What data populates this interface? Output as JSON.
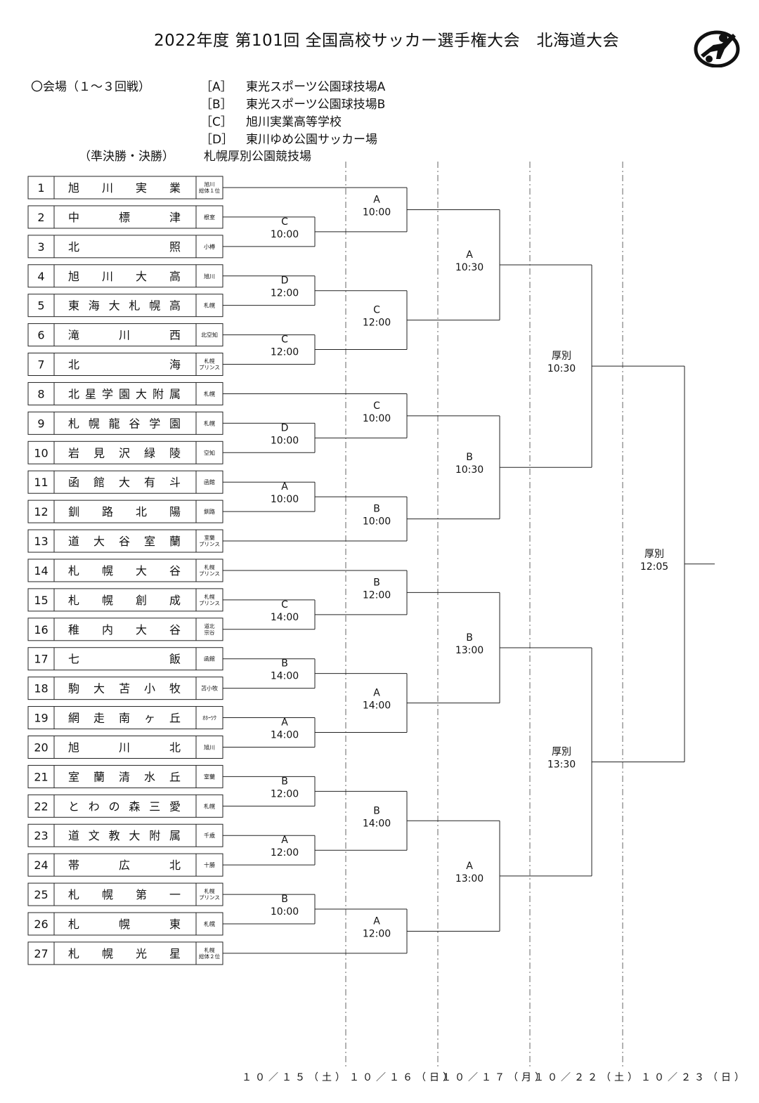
{
  "title": "2022年度 第101回 全国高校サッカー選手権大会　北海道大会",
  "venues": {
    "rounds_label": "〇会場（１～３回戦）",
    "final_label": "（準決勝・決勝）",
    "list": [
      {
        "code": "［A］",
        "name": "東光スポーツ公園球技場A"
      },
      {
        "code": "［B］",
        "name": "東光スポーツ公園球技場B"
      },
      {
        "code": "［C］",
        "name": "旭川実業高等学校"
      },
      {
        "code": "［D］",
        "name": "東川ゆめ公園サッカー場"
      }
    ],
    "final_venue": "札幌厚別公園競技場"
  },
  "teams": [
    {
      "no": "1",
      "name": "旭川実業",
      "region": [
        "旭川",
        "総体１位"
      ]
    },
    {
      "no": "2",
      "name": "中標津",
      "region": [
        "根室"
      ]
    },
    {
      "no": "3",
      "name": "北照",
      "region": [
        "小樽"
      ]
    },
    {
      "no": "4",
      "name": "旭川大高",
      "region": [
        "旭川"
      ]
    },
    {
      "no": "5",
      "name": "東海大札幌高",
      "region": [
        "札幌"
      ]
    },
    {
      "no": "6",
      "name": "滝川西",
      "region": [
        "北空知"
      ]
    },
    {
      "no": "7",
      "name": "北海",
      "region": [
        "札幌",
        "プリンス"
      ]
    },
    {
      "no": "8",
      "name": "北星学園大附属",
      "region": [
        "札幌"
      ]
    },
    {
      "no": "9",
      "name": "札幌龍谷学園",
      "region": [
        "札幌"
      ]
    },
    {
      "no": "10",
      "name": "岩見沢緑陵",
      "region": [
        "空知"
      ]
    },
    {
      "no": "11",
      "name": "函館大有斗",
      "region": [
        "函館"
      ]
    },
    {
      "no": "12",
      "name": "釧路北陽",
      "region": [
        "釧路"
      ]
    },
    {
      "no": "13",
      "name": "道大谷室蘭",
      "region": [
        "室蘭",
        "プリンス"
      ]
    },
    {
      "no": "14",
      "name": "札幌大谷",
      "region": [
        "札幌",
        "プリンス"
      ]
    },
    {
      "no": "15",
      "name": "札幌創成",
      "region": [
        "札幌",
        "プリンス"
      ]
    },
    {
      "no": "16",
      "name": "稚内大谷",
      "region": [
        "道北",
        "宗谷"
      ]
    },
    {
      "no": "17",
      "name": "七飯",
      "region": [
        "函館"
      ]
    },
    {
      "no": "18",
      "name": "駒大苫小牧",
      "region": [
        "苫小牧"
      ]
    },
    {
      "no": "19",
      "name": "網走南ヶ丘",
      "region": [
        "ｵﾎｰﾂｸ"
      ]
    },
    {
      "no": "20",
      "name": "旭川北",
      "region": [
        "旭川"
      ]
    },
    {
      "no": "21",
      "name": "室蘭清水丘",
      "region": [
        "室蘭"
      ]
    },
    {
      "no": "22",
      "name": "とわの森三愛",
      "region": [
        "札幌"
      ]
    },
    {
      "no": "23",
      "name": "道文教大附属",
      "region": [
        "千歳"
      ]
    },
    {
      "no": "24",
      "name": "帯広北",
      "region": [
        "十勝"
      ]
    },
    {
      "no": "25",
      "name": "札幌第一",
      "region": [
        "札幌",
        "プリンス"
      ]
    },
    {
      "no": "26",
      "name": "札幌東",
      "region": [
        "札幌"
      ]
    },
    {
      "no": "27",
      "name": "札幌光星",
      "region": [
        "札幌",
        "総体２位"
      ]
    }
  ],
  "matches": [
    {
      "venue": "C",
      "time": "10:00",
      "a": [
        2
      ],
      "b": [
        3
      ]
    },
    {
      "venue": "D",
      "time": "12:00",
      "a": [
        4
      ],
      "b": [
        5
      ]
    },
    {
      "venue": "C",
      "time": "12:00",
      "a": [
        6
      ],
      "b": [
        7
      ]
    },
    {
      "venue": "D",
      "time": "10:00",
      "a": [
        9
      ],
      "b": [
        10
      ]
    },
    {
      "venue": "A",
      "time": "10:00",
      "a": [
        11
      ],
      "b": [
        12
      ]
    },
    {
      "venue": "C",
      "time": "14:00",
      "a": [
        15
      ],
      "b": [
        16
      ]
    },
    {
      "venue": "B",
      "time": "14:00",
      "a": [
        17
      ],
      "b": [
        18
      ]
    },
    {
      "venue": "A",
      "time": "14:00",
      "a": [
        19
      ],
      "b": [
        20
      ]
    },
    {
      "venue": "B",
      "time": "12:00",
      "a": [
        21
      ],
      "b": [
        22
      ]
    },
    {
      "venue": "A",
      "time": "12:00",
      "a": [
        23
      ],
      "b": [
        24
      ]
    },
    {
      "venue": "B",
      "time": "10:00",
      "a": [
        25
      ],
      "b": [
        26
      ]
    },
    {
      "venue": "A",
      "time": "10:00",
      "a": [
        1
      ],
      "b": [
        2,
        3
      ]
    },
    {
      "venue": "C",
      "time": "12:00",
      "a": [
        4,
        5
      ],
      "b": [
        6,
        7
      ]
    },
    {
      "venue": "C",
      "time": "10:00",
      "a": [
        8
      ],
      "b": [
        9,
        10
      ]
    },
    {
      "venue": "B",
      "time": "10:00",
      "a": [
        11,
        12
      ],
      "b": [
        13
      ]
    },
    {
      "venue": "B",
      "time": "12:00",
      "a": [
        14
      ],
      "b": [
        15,
        16
      ]
    },
    {
      "venue": "A",
      "time": "14:00",
      "a": [
        17,
        18
      ],
      "b": [
        19,
        20
      ]
    },
    {
      "venue": "B",
      "time": "14:00",
      "a": [
        21,
        22
      ],
      "b": [
        23,
        24
      ]
    },
    {
      "venue": "A",
      "time": "12:00",
      "a": [
        25,
        26
      ],
      "b": [
        27
      ]
    },
    {
      "venue": "A",
      "time": "10:30",
      "a": [
        1,
        2,
        3
      ],
      "b": [
        4,
        5,
        6,
        7
      ]
    },
    {
      "venue": "B",
      "time": "10:30",
      "a": [
        8,
        9,
        10
      ],
      "b": [
        11,
        12,
        13
      ]
    },
    {
      "venue": "B",
      "time": "13:00",
      "a": [
        14,
        15,
        16
      ],
      "b": [
        17,
        18,
        19,
        20
      ]
    },
    {
      "venue": "A",
      "time": "13:00",
      "a": [
        21,
        22,
        23,
        24
      ],
      "b": [
        25,
        26,
        27
      ]
    },
    {
      "venue": "厚別",
      "time": "10:30",
      "a": [
        1,
        2,
        3,
        4,
        5,
        6,
        7
      ],
      "b": [
        8,
        9,
        10,
        11,
        12,
        13
      ]
    },
    {
      "venue": "厚別",
      "time": "13:30",
      "a": [
        14,
        15,
        16,
        17,
        18,
        19,
        20
      ],
      "b": [
        21,
        22,
        23,
        24,
        25,
        26,
        27
      ]
    },
    {
      "venue": "厚別",
      "time": "12:05",
      "a": [
        1,
        2,
        3,
        4,
        5,
        6,
        7,
        8,
        9,
        10,
        11,
        12,
        13
      ],
      "b": [
        14,
        15,
        16,
        17,
        18,
        19,
        20,
        21,
        22,
        23,
        24,
        25,
        26,
        27
      ]
    }
  ],
  "dates": [
    "１０／１５（土）",
    "１０／１６（日）",
    "１０／１７（月）",
    "１０／２２（土）",
    "１０／２３（日）"
  ]
}
